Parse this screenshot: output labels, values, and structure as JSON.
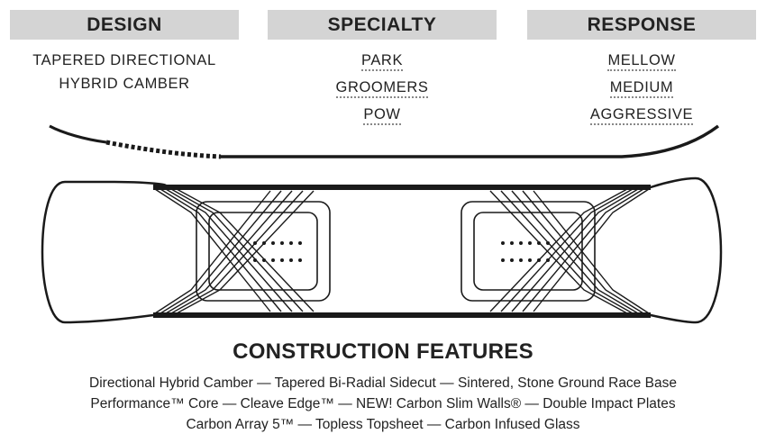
{
  "design": {
    "heading": "DESIGN",
    "values": [
      "TAPERED DIRECTIONAL",
      "HYBRID CAMBER"
    ]
  },
  "specialty": {
    "heading": "SPECIALTY",
    "options": [
      "PARK",
      "GROOMERS",
      "POW"
    ]
  },
  "response": {
    "heading": "RESPONSE",
    "options": [
      "MELLOW",
      "MEDIUM",
      "AGGRESSIVE"
    ]
  },
  "construction": {
    "title": "CONSTRUCTION FEATURES",
    "lines": [
      "Directional Hybrid Camber — Tapered Bi-Radial Sidecut — Sintered, Stone Ground Race Base",
      "Performance™ Core — Cleave Edge™ — NEW! Carbon Slim Walls® — Double Impact Plates",
      "Carbon Array 5™ — Topless Topsheet — Carbon Infused Glass"
    ]
  },
  "colors": {
    "header_bg": "#d4d4d4",
    "ink": "#1a1a1a"
  }
}
